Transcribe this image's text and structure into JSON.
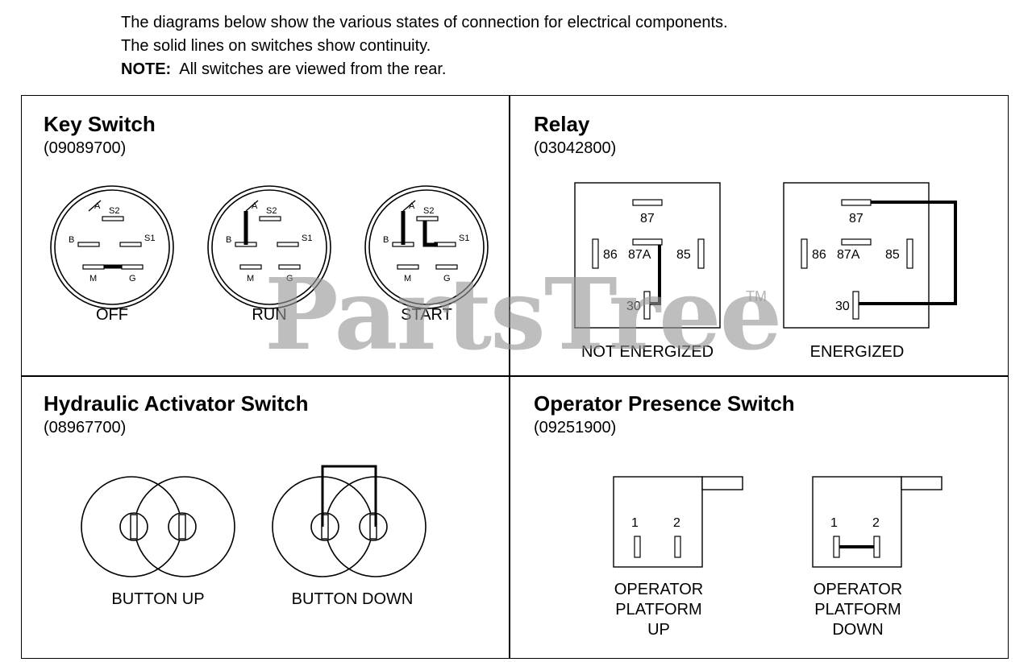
{
  "intro": {
    "line1": "The diagrams below show the various states of connection for electrical components.",
    "line2": "The solid lines on switches show continuity.",
    "note_label": "NOTE:",
    "note_text": "All switches are viewed from the rear."
  },
  "watermark": {
    "text": "PartsTree",
    "mark": "TM"
  },
  "key_switch": {
    "title": "Key Switch",
    "part": "(09089700)",
    "terminals": {
      "a": "A",
      "s2": "S2",
      "b": "B",
      "s1": "S1",
      "m": "M",
      "g": "G"
    },
    "states": [
      "OFF",
      "RUN",
      "START"
    ]
  },
  "relay": {
    "title": "Relay",
    "part": "(03042800)",
    "pins": {
      "p87": "87",
      "p86": "86",
      "p87a": "87A",
      "p85": "85",
      "p30": "30"
    },
    "states": [
      "NOT ENERGIZED",
      "ENERGIZED"
    ]
  },
  "hydraulic": {
    "title": "Hydraulic Activator Switch",
    "part": "(08967700)",
    "states": [
      "BUTTON UP",
      "BUTTON DOWN"
    ]
  },
  "operator": {
    "title": "Operator Presence Switch",
    "part": "(09251900)",
    "pins": {
      "p1": "1",
      "p2": "2"
    },
    "states": [
      {
        "l1": "OPERATOR",
        "l2": "PLATFORM",
        "l3": "UP"
      },
      {
        "l1": "OPERATOR",
        "l2": "PLATFORM",
        "l3": "DOWN"
      }
    ]
  }
}
